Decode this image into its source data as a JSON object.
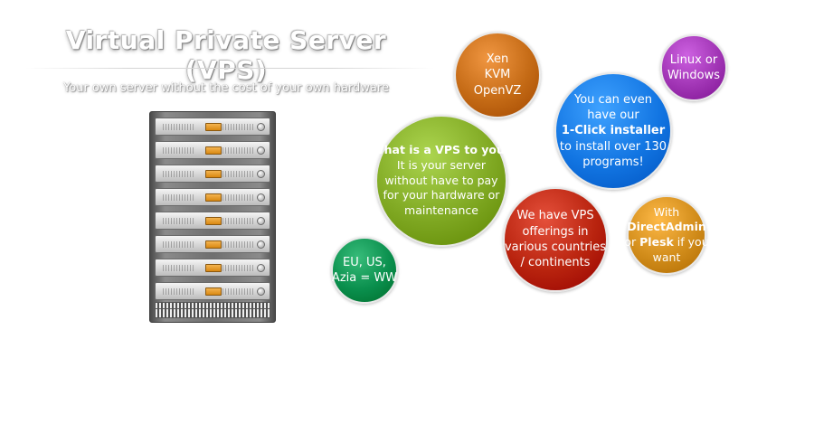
{
  "hero": {
    "title": "Virtual Private Server (VPS)",
    "subtitle": "Your own server without the cost of your own hardware"
  },
  "colors": {
    "xen_bubble": "#c46a15",
    "os_bubble": "#a034b4",
    "installer_bubble": "#1275e2",
    "vps_bubble": "#7fa822",
    "countries_bubble": "#b8230e",
    "panel_bubble": "#d18c1a",
    "world_bubble": "#0a8f4d",
    "drive_accent": "#e99a2c"
  },
  "bubbles": {
    "virtualization": {
      "lines": [
        "Xen",
        "KVM",
        "OpenVZ"
      ]
    },
    "os": {
      "lines": [
        "Linux or",
        "Windows"
      ]
    },
    "installer": {
      "line1": "You can even",
      "line2": "have our",
      "line3_bold": "1-Click installer",
      "line4": "to install over 130",
      "line5": "programs!"
    },
    "what_is": {
      "line1_bold": "What is a VPS to you?",
      "line2": "It is your server",
      "line3": "without have to pay",
      "line4": "for your hardware or",
      "line5": "maintenance"
    },
    "countries": {
      "lines": [
        "We have VPS",
        "offerings in",
        "various countries",
        "/ continents"
      ]
    },
    "panels": {
      "line1": "With",
      "line2_bold": "DirectAdmin",
      "line3_pre": "or ",
      "line3_bold": "Plesk",
      "line3_post": " if you",
      "line4": "want"
    },
    "worldwide": {
      "lines": [
        "EU, US,",
        "Azia = WW"
      ]
    }
  }
}
